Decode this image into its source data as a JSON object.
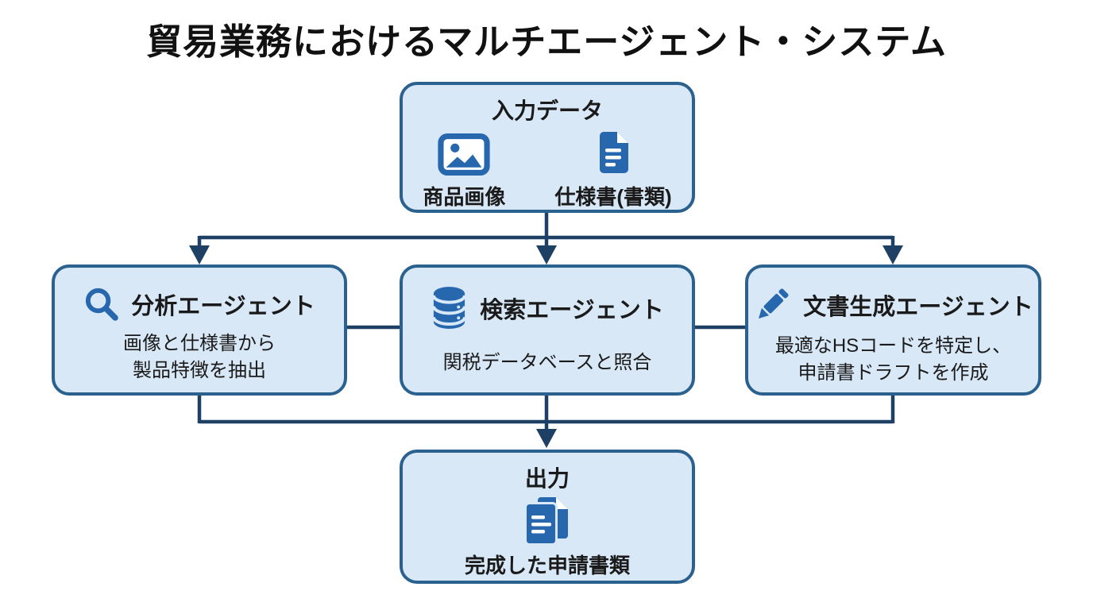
{
  "title": "貿易業務におけるマルチエージェント・システム",
  "colors": {
    "background": "#ffffff",
    "node_fill": "#d9e8f7",
    "node_border": "#2a618f",
    "connector": "#1e4064",
    "icon_blue": "#2667ae",
    "text": "#1a1a1a"
  },
  "nodes": {
    "input": {
      "title": "入力データ",
      "items": [
        {
          "icon": "image-icon",
          "label": "商品画像"
        },
        {
          "icon": "document-icon",
          "label": "仕様書(書類)"
        }
      ]
    },
    "analysis_agent": {
      "icon": "magnifier-icon",
      "title": "分析エージェント",
      "description_line1": "画像と仕様書から",
      "description_line2": "製品特徴を抽出"
    },
    "search_agent": {
      "icon": "database-icon",
      "title": "検索エージェント",
      "description": "関税データベースと照合"
    },
    "docgen_agent": {
      "icon": "pen-icon",
      "title": "文書生成エージェント",
      "description_line1": "最適なHSコードを特定し、",
      "description_line2": "申請書ドラフトを作成"
    },
    "output": {
      "title": "出力",
      "icon": "documents-icon",
      "label": "完成した申請書類"
    }
  }
}
